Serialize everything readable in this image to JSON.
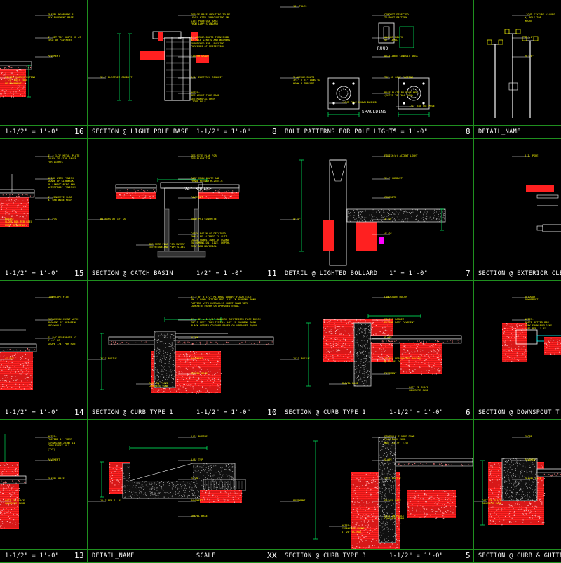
{
  "colors": {
    "background": "#000000",
    "border": "#1f8f1f",
    "concrete": "#cccccc",
    "brick": "#ff2020",
    "dimension": "#00ff66",
    "note": "#ffff00",
    "gravel": "#ff8080",
    "accent": "#ff00ff"
  },
  "cells": [
    {
      "title": "",
      "scale": "1-1/2\" = 1'-0\"",
      "number": "16",
      "notes": [
        "GRAVEL NEOPRENE &\nDRY PAVEMENT BASE",
        "4\" SET TOP SLOPE UP AT\nEDGE OF PAVEMENT",
        "PAVEMENT",
        "FILTER FABRIC EXTEND\n1'-0\" PAST EDGE\nOF PAVEMENT"
      ]
    },
    {
      "title": "SECTION @ LIGHT POLE BASE",
      "scale": "1-1/2\" = 1'-0\"",
      "number": "8",
      "notes": [
        "TOP OF BASE GROUTING TO BE\nLEVEL WITH SURROUNDING ON\nSITE PLAN USE BASE\nFROM LAMP STANDARD",
        "4' ANCHOR BOLTS FURNISHED\nW/ POLE & NUTS AND WASHERS\nFURNISHED FOR LEVELING\nPURPOSES OF PROTECTION",
        "FINISH GRADE",
        "3/4\" ELECTRIC CONDUIT",
        "3/4\" ELECTRIC CONDUIT",
        "NOTES:\nSEE LIGHT POLE BASE\nSEE MANUFACTURER\nLIGHT POLE"
      ]
    },
    {
      "title": "BOLT PATTERNS FOR POLE LIGHTS",
      "scale": "1\" = 1'-0\"",
      "number": "8",
      "notes": [
        "CONDUIT DIRECTED\nTO BOLT PATTERN",
        "ANCHOR BOLTS\nSET LEVEL",
        "AVAILABLE CONDUIT AREA",
        "3 ANCHOR BOLTS\n3/4\" x 24\" LONG W/\nHOOK & THREADS",
        "TOP OF CONC FOOTING",
        "BASE PLATE BY POLE MFR\n(REFER TO POLE SCH)",
        "LIGHT POLE SHOWN DASHED",
        "1/2\" DIA (4) POLE",
        "10\" POLES"
      ],
      "labels": [
        "RUUD",
        "SPAULDING"
      ]
    },
    {
      "title": "DETAIL_NAME",
      "scale": "",
      "number": "",
      "notes": [
        "LIGHT FIXTURE VALVES\nW/ POLE-TOP\nMOUNT",
        "15'-0\"",
        "20'-0\""
      ]
    },
    {
      "title": "",
      "scale": "1-1/2\" = 1'-0\"",
      "number": "15",
      "notes": [
        "4\" x 1/2\" METAL PLATE\nFLUSH TO SIDE PAVER\nFOR LIGHTS",
        "ALIGN WITH FINISH\nGRADE OF SIDEWALK\nOR LANDSCAPING AND\nWATERPROOF FINISHES",
        "4\" CONCRETE SLAB\nW/ 6X6 WIRE MESH",
        "NOTES:\nSLOPE FOR PER SPEC\nFROM BUILDING",
        "4\" P/S"
      ]
    },
    {
      "title": "SECTION @ CATCH BASIN",
      "scale": "1/2\" = 1'-0\"",
      "number": "11",
      "notes": [
        "SEE SITE PLAN FOR\nTOP ELEVATION",
        "CAST IRON GRATE AND\nFRAME NEENAH R-2555-G",
        "PAVEMENT",
        "#4 BARS AT 12\" OC",
        "6000 PSI CONCRETE",
        "CATCH BASIN AS DETAILED\nSHALL BE ALTERED TO SUIT\nLOCAL CONDITIONS AS FOUND\nTO DIMENSION, SIZE, DEPTH,\nTRAP AND MATERIAL",
        "SEE SITE PLAN FOR INVERT\nELEVATION AND PIPE SIZES"
      ],
      "labels": [
        "24\" SQUARE"
      ]
    },
    {
      "title": "DETAIL @ LIGHTED BOLLARD",
      "scale": "1\" = 1'-0\"",
      "number": "7",
      "notes": [
        "FINISH(#) ACCENT LIGHT",
        "3/4\" CONDUIT",
        "CONCRETE",
        "4'-0\"",
        "3'-0\"",
        "4'-0\""
      ]
    },
    {
      "title": "SECTION @ EXTERIOR CLEA",
      "scale": "",
      "number": "",
      "notes": [
        "D.I. PIPE"
      ]
    },
    {
      "title": "",
      "scale": "1-1/2\" = 1'-0\"",
      "number": "14",
      "notes": [
        "LANDSCAPE FILE",
        "EXPANSION JOINT WITH\nSEALANT AT BUILDING\nAND WALLS",
        "6\" P/C PERFORATE AT\n6\"-0\" OC\nSLOPE 1/4\" PER FOOT",
        "4\" P/S"
      ]
    },
    {
      "title": "SECTION @ CURB TYPE 1",
      "scale": "1-1/2\" = 1'-0\"",
      "number": "10",
      "notes": [
        "8\" x 8\" x 1/2\" MITERED QUARRY FLOOR TILE\nON 1\" SAND SETTING BED. LAY IN RUNNING BOND\nPATTERN WITH HYDRAULIC JOINT SAND WITH\nCONCRETE PAVER OR APPROVED EQUAL",
        "6\" x 8\" x 1 1/2\" MASONRY COMPRESSED FACE BRICK\nTOP 5 FEET FROM FINISH. LAY IN RUNNING BOND\nBLACK COPPER COLORED PAVER OR APPROVED EQUAL",
        "SLOPE",
        "1/2\" RADIUS",
        "PAVEMENT",
        "GRAVEL BASE",
        "CAST IN PLACE\nCONCRETE CURB"
      ]
    },
    {
      "title": "SECTION @ CURB TYPE 1",
      "scale": "1-1/2\" = 1'-0\"",
      "number": "6",
      "notes": [
        "LANDSCAPE MULCH",
        "FILTER FABRIC\nEXTEND PAST PAVEMENT",
        "SLOPE",
        "1/2\" RADIUS",
        "1\" P/V PERFORATED PAVING\n@ 30'-0\" OC",
        "PAVEMENT",
        "GRAVEL BASE",
        "CAST IN PLACE\nCONCRETE CURB"
      ]
    },
    {
      "title": "SECTION @ DOWNSPOUT T",
      "scale": "",
      "number": "",
      "notes": [
        "OUTDOOR\nDOWNSPOUT",
        "NOTES:\nSLOPE GUTTER BOX\nAWAY FROM BUILDING\n1/8\" PER 1'-0\""
      ]
    },
    {
      "title": "",
      "scale": "1-1/2\" = 1'-0\"",
      "number": "13",
      "notes": [
        "NOTES:\nPROVIDE 1\" FIBER\nEXPANSION JOINT IN\nCURB EVERY 20'\n(TYP)",
        "PAVEMENT",
        "GRAVEL BASE",
        "CAST IN PLACE\nCONCRETE CURB"
      ]
    },
    {
      "title": "DETAIL_NAME",
      "scale": "SCALE",
      "number": "XX",
      "notes": [
        "1/2\" RADIUS",
        "1/8\" TYP",
        "SLOPE",
        "1/4\" PER 1'-0\"",
        "PAVEMENT",
        "GRAVEL BASE"
      ]
    },
    {
      "title": "SECTION @ CURB TYPE 3",
      "scale": "1-1/2\" = 1'-0\"",
      "number": "5",
      "notes": [
        "SIDEWALK SLOPED DOWN\nFROM BACK CURB\nMIN 1/4\"/FT (1%)",
        "SLOPE",
        "1/2\" RADIUS",
        "PAVEMENT",
        "GRAVEL BASE",
        "CAST IN PLACE\nCONCRETE CURB",
        "NOTES:\nEXPANSION JOINTS\nAT 20' OC MAX"
      ]
    },
    {
      "title": "SECTION @ CURB & GUTTE",
      "scale": "",
      "number": "",
      "notes": [
        "SLOPE",
        "PAVEMENT",
        "GRAVEL BASE",
        "CAST IN PLACE\nCONCRETE CURB"
      ]
    }
  ]
}
